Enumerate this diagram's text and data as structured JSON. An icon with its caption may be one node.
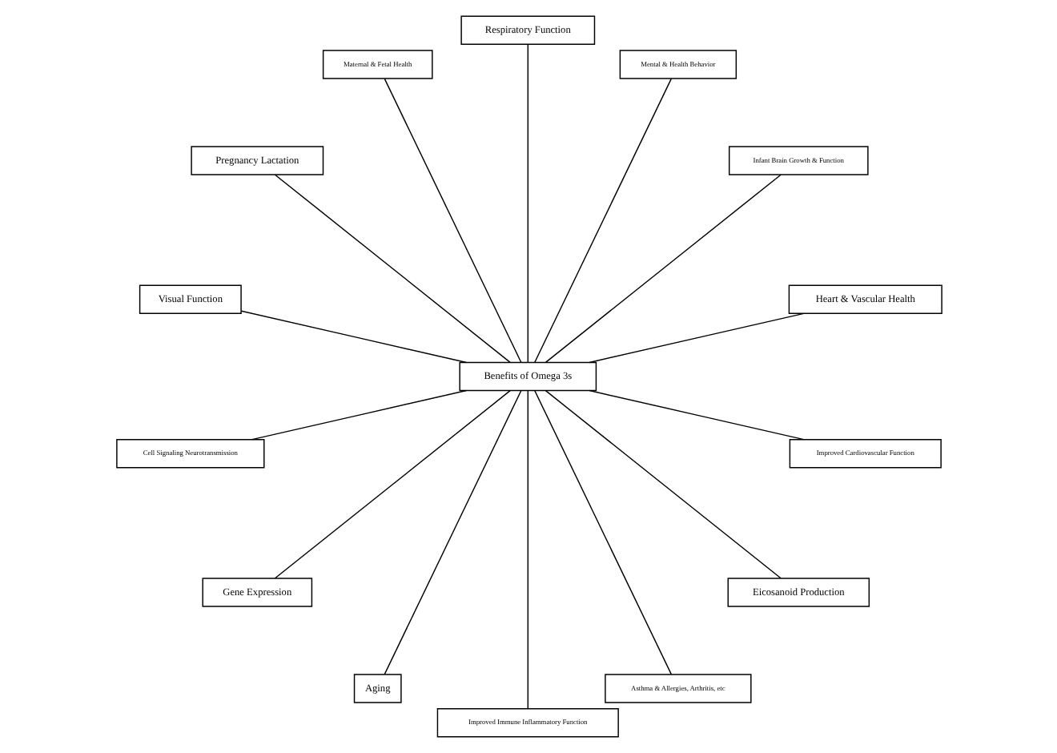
{
  "diagram": {
    "nodes": [
      {
        "text": [
          "Benefits of Omega 3s"
        ]
      },
      {
        "text": [
          "Heart & Vascular Health"
        ]
      },
      {
        "text": [
          "Infant Brain Growth & Function"
        ]
      },
      {
        "text": [
          "Mental & Health Behavior"
        ]
      },
      {
        "text": [
          "Respiratory Function"
        ]
      },
      {
        "text": [
          "Maternal & Fetal Health"
        ]
      },
      {
        "text": [
          "Pregnancy Lactation"
        ]
      },
      {
        "text": [
          "Visual Function"
        ]
      },
      {
        "text": [
          "Cell Signaling Neurotransmission"
        ]
      },
      {
        "text": [
          "Gene Expression"
        ]
      },
      {
        "text": [
          "Aging"
        ]
      },
      {
        "text": [
          "Improved Immune Inflammatory Function"
        ]
      },
      {
        "text": [
          "Asthma & Allergies, Arthritis, etc"
        ]
      },
      {
        "text": [
          "Eicosanoid Production"
        ]
      },
      {
        "text": [
          "Improved Cardiovascular Function"
        ]
      }
    ],
    "edges": [
      {
        "from": 0,
        "to": 1,
        "arrow": "none"
      },
      {
        "from": 0,
        "to": 2,
        "arrow": "none"
      },
      {
        "from": 0,
        "to": 3,
        "arrow": "none"
      },
      {
        "from": 0,
        "to": 4,
        "arrow": "none"
      },
      {
        "from": 0,
        "to": 5,
        "arrow": "none"
      },
      {
        "from": 0,
        "to": 6,
        "arrow": "none"
      },
      {
        "from": 0,
        "to": 7,
        "arrow": "none"
      },
      {
        "from": 0,
        "to": 8,
        "arrow": "none"
      },
      {
        "from": 0,
        "to": 9,
        "arrow": "none"
      },
      {
        "from": 0,
        "to": 10,
        "arrow": "none"
      },
      {
        "from": 0,
        "to": 11,
        "arrow": "none"
      },
      {
        "from": 0,
        "to": 12,
        "arrow": "none"
      },
      {
        "from": 0,
        "to": 13,
        "arrow": "none"
      },
      {
        "from": 0,
        "to": 14,
        "arrow": "none"
      }
    ]
  }
}
